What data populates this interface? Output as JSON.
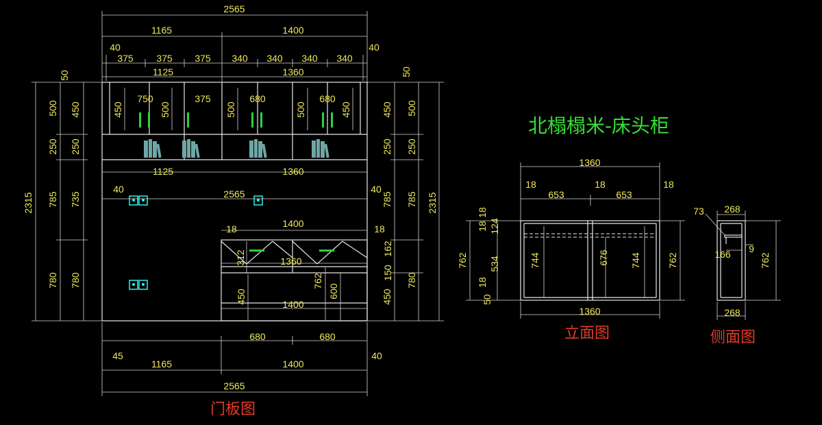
{
  "colors": {
    "background": "#000000",
    "lines": "#e8e8e8",
    "dimension_text": "#f0e85a",
    "title_green": "#35e035",
    "label_red": "#e23a2a",
    "handle_green": "#30d040",
    "socket_cyan": "#2ff0f0",
    "book_teal": "#6fa6a6"
  },
  "titles": {
    "main": "北榻榻米-床头柜",
    "door_panel": "门板图",
    "elevation": "立面图",
    "side": "侧面图"
  },
  "door_panel": {
    "top": {
      "overall": "2565",
      "left_total": "1165",
      "right_total": "1400",
      "offset_left": "40",
      "offset_right": "40",
      "door_widths": [
        "375",
        "375",
        "375",
        "340",
        "340",
        "340",
        "340"
      ],
      "inner_left": "1125",
      "inner_right": "1360",
      "top_gap": "50"
    },
    "inside": {
      "cab_width_left": "750",
      "cab_width_mid_1": "375",
      "cab_width_mid_2": "680",
      "cab_width_right": "680",
      "door_h_1": "450",
      "door_h_2": "500",
      "door_h_3": "500",
      "door_h_4": "500",
      "door_h_5": "450",
      "shelf_left": "1125",
      "shelf_right": "1360",
      "side_offset_left": "40",
      "side_offset_right": "40",
      "wall_width": "2565",
      "lower_cab_width": "1400",
      "gap_18_left": "18",
      "gap_18_right": "18",
      "drawer_height": "312",
      "drawer_inner": "1360",
      "lower_width": "1400",
      "leg_h": "450",
      "lower_h_1": "762",
      "lower_h_2": "600",
      "right_162": "162",
      "right_150": "150"
    },
    "left_dims": {
      "total": "2315",
      "outer": [
        "500",
        "250",
        "785",
        "780"
      ],
      "inner": [
        "450",
        "250",
        "735",
        "780"
      ],
      "top_gap": "50"
    },
    "right_dims": {
      "total": "2315",
      "inner": [
        "450",
        "250",
        "785",
        "450"
      ],
      "outer": [
        "500",
        "250",
        "785",
        "780"
      ],
      "top_gap": "50"
    },
    "bottom": {
      "door_left": "680",
      "door_right": "680",
      "offset_left": "45",
      "offset_right": "40",
      "left_total": "1165",
      "right_total": "1400",
      "overall": "2565"
    }
  },
  "elevation": {
    "overall_top": "1360",
    "panel_left_gap": "18",
    "panel_mid_gap": "18",
    "panel_right_gap": "18",
    "bay_left": "653",
    "bay_right": "653",
    "left_total": "762",
    "left_parts": [
      "18",
      "18",
      "124",
      "534",
      "18",
      "50"
    ],
    "inner_h_left": "744",
    "inner_h_mid": "676",
    "inner_h_right": "744",
    "right_total": "762",
    "overall_bottom": "1360"
  },
  "side": {
    "depth_top": "268",
    "offset": "73",
    "inner": "166",
    "thin": "9",
    "height": "762",
    "depth_bottom": "268"
  }
}
